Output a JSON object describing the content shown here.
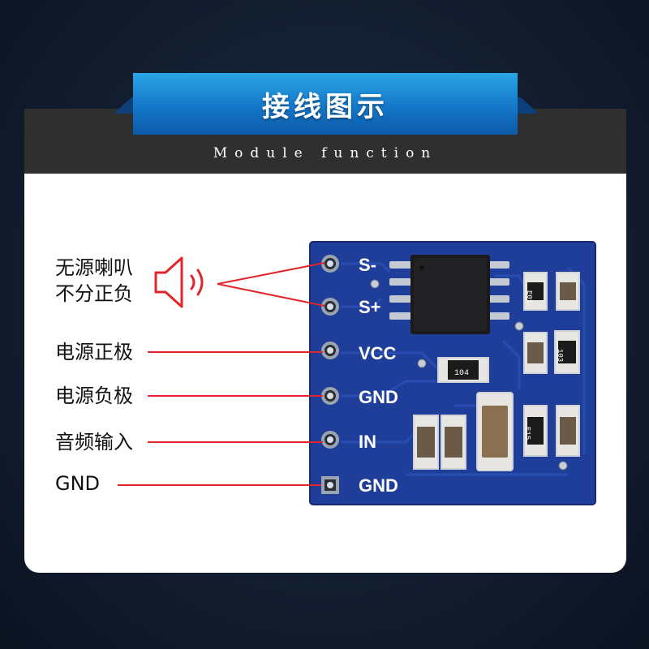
{
  "header": {
    "title": "接线图示",
    "subtitle": "Module function"
  },
  "labels": {
    "speaker_line1": "无源喇叭",
    "speaker_line2": "不分正负",
    "vcc": "电源正极",
    "gnd": "电源负极",
    "audio_in": "音频输入",
    "gnd_pin": "GND"
  },
  "board": {
    "pins": [
      "S-",
      "S+",
      "VCC",
      "GND",
      "IN",
      "GND"
    ],
    "component_markings": [
      "E01",
      "103",
      "104",
      "E15"
    ]
  },
  "colors": {
    "line": "#e0262b",
    "pcb": "#1e3e9a",
    "tab": "#1a7fd0"
  }
}
